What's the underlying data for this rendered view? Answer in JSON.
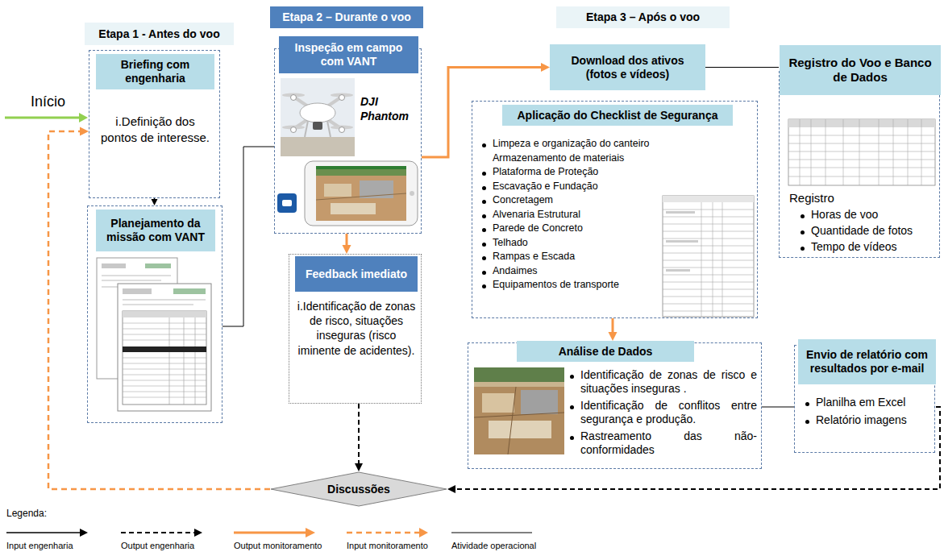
{
  "diagram": {
    "nodes": [
      {
        "text": [
          "Etapa 1 - Antes do voo"
        ]
      },
      {
        "text": [
          "Briefing com engenharia",
          "i.Definição dos pontos de interesse."
        ]
      },
      {
        "text": [
          "Planejamento da missão com VANT"
        ]
      },
      {
        "text": [
          "Etapa 2 – Durante o voo"
        ]
      },
      {
        "text": [
          "Inspeção em campo com VANT",
          "DJI Phantom"
        ]
      },
      {
        "text": [
          "Feedback imediato",
          "i.Identificação de zonas de risco, situações inseguras (risco iminente de acidentes)."
        ]
      },
      {
        "text": [
          "Etapa 3 – Após o voo"
        ]
      },
      {
        "text": [
          "Download dos ativos (fotos e vídeos)"
        ]
      },
      {
        "text": [
          "Aplicação do Checklist de Segurança",
          "Limpeza e organização do canteiro",
          "Armazenamento de materiais",
          "Plataforma de Proteção",
          "Escavação e Fundação",
          "Concretagem",
          "Alvenaria Estrutural",
          "Parede de Concreto",
          "Telhado",
          "Rampas e Escada",
          "Andaimes",
          "Equipamentos de transporte"
        ]
      },
      {
        "text": [
          "Registro do Voo e Banco de Dados",
          "Registro",
          "Horas de voo",
          "Quantidade de fotos",
          "Tempo de vídeos"
        ]
      },
      {
        "text": [
          "Análise de Dados",
          "Identificação de zonas de risco e situações inseguras .",
          "Identificação de conflitos entre segurança e produção.",
          "Rastreamento das não-conformidades"
        ]
      },
      {
        "text": [
          "Envio de relatório com resultados por e-mail",
          "Planilha em Excel",
          "Relatório imagens"
        ]
      },
      {
        "text": [
          "Discussões"
        ]
      }
    ],
    "edges": [
      {
        "from": 1,
        "to": 2,
        "arrow": "to"
      },
      {
        "from": 2,
        "to": 4,
        "arrow": "none"
      },
      {
        "from": 4,
        "to": 7,
        "arrow": "to"
      },
      {
        "from": 4,
        "to": 5,
        "arrow": "to"
      },
      {
        "from": 7,
        "to": 9,
        "arrow": "none"
      },
      {
        "from": 8,
        "to": 10,
        "arrow": "to"
      },
      {
        "from": 10,
        "to": 11,
        "arrow": "none"
      },
      {
        "from": 5,
        "to": 12,
        "arrow": "to"
      },
      {
        "from": 11,
        "to": 12,
        "arrow": "to"
      },
      {
        "from": 12,
        "to": 1,
        "arrow": "to"
      }
    ],
    "labels": [
      "Início",
      "Legenda:"
    ],
    "legend": [
      {
        "text": "Input engenharia"
      },
      {
        "text": "Output engenharia"
      },
      {
        "text": "Output monitoramento"
      },
      {
        "text": "Input monitoramento"
      },
      {
        "text": "Atividade operacional"
      }
    ]
  }
}
